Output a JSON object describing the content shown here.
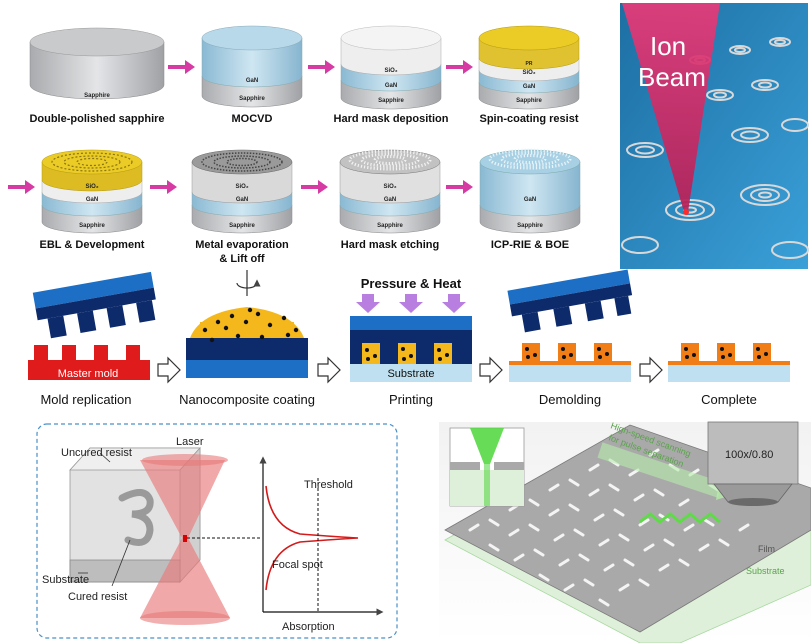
{
  "panel1": {
    "steps": [
      {
        "label": "Double-polished sapphire",
        "layers": [
          "Sapphire"
        ]
      },
      {
        "label": "MOCVD",
        "layers": [
          "GaN",
          "Sapphire"
        ]
      },
      {
        "label": "Hard mask deposition",
        "layers": [
          "SiO₂",
          "GaN",
          "Sapphire"
        ]
      },
      {
        "label": "Spin-coating resist",
        "layers": [
          "PR",
          "SiO₂",
          "GaN",
          "Sapphire"
        ]
      },
      {
        "label": "EBL & Development",
        "layers": [
          "SiO₂",
          "GaN",
          "Sapphire"
        ]
      },
      {
        "label": "Metal evaporation",
        "label2": "& Lift off",
        "layers": [
          "SiO₂",
          "GaN",
          "Sapphire"
        ]
      },
      {
        "label": "Hard mask etching",
        "layers": [
          "SiO₂",
          "GaN",
          "Sapphire"
        ]
      },
      {
        "label": "ICP-RIE & BOE",
        "layers": [
          "GaN",
          "Sapphire"
        ]
      }
    ],
    "arrow_color": "#d63ba4"
  },
  "ion_beam": {
    "line1": "Ion",
    "line2": "Beam"
  },
  "panel2": {
    "master_mold": "Master mold",
    "pressure_heat": "Pressure & Heat",
    "substrate": "Substrate",
    "captions": [
      "Mold replication",
      "Nanocomposite coating",
      "Printing",
      "Demolding",
      "Complete"
    ]
  },
  "panel3": {
    "uncured_resist": "Uncured resist",
    "laser": "Laser",
    "threshold": "Threshold",
    "substrate": "Substrate",
    "cured_resist": "Cured resist",
    "focal_spot": "Focal spot",
    "absorption": "Absorption"
  },
  "panel4": {
    "objective": "100x/0.80",
    "scan_line1": "High-speed scanning",
    "scan_line2": "for pulse separation",
    "film": "Film",
    "substrate": "Substrate"
  }
}
